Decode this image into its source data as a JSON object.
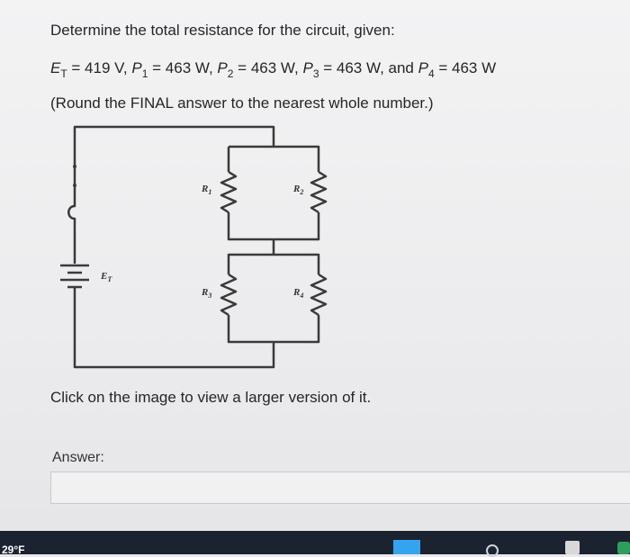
{
  "question": "Determine the total resistance for the circuit, given:",
  "given": {
    "et_sym": "E",
    "et_sub": "T",
    "et_val": " = 419 V, ",
    "p1_sym": "P",
    "p1_sub": "1",
    "p1_val": " = 463 W, ",
    "p2_sym": "P",
    "p2_sub": "2",
    "p2_val": " = 463 W, ",
    "p3_sym": "P",
    "p3_sub": "3",
    "p3_val": " = 463 W, and ",
    "p4_sym": "P",
    "p4_sub": "4",
    "p4_val": " = 463 W"
  },
  "round_note": "(Round the FINAL answer to the nearest whole number.)",
  "circuit": {
    "source_label": "E_T",
    "resistor_labels": [
      "R1",
      "R2",
      "R3",
      "R4"
    ]
  },
  "click_note": "Click on the image to view a larger version of it.",
  "answer_label": "Answer:",
  "answer_value": "",
  "taskbar": {
    "temperature": "29°F",
    "windows_icon": "windows-icon",
    "search_icon": "search-icon"
  }
}
